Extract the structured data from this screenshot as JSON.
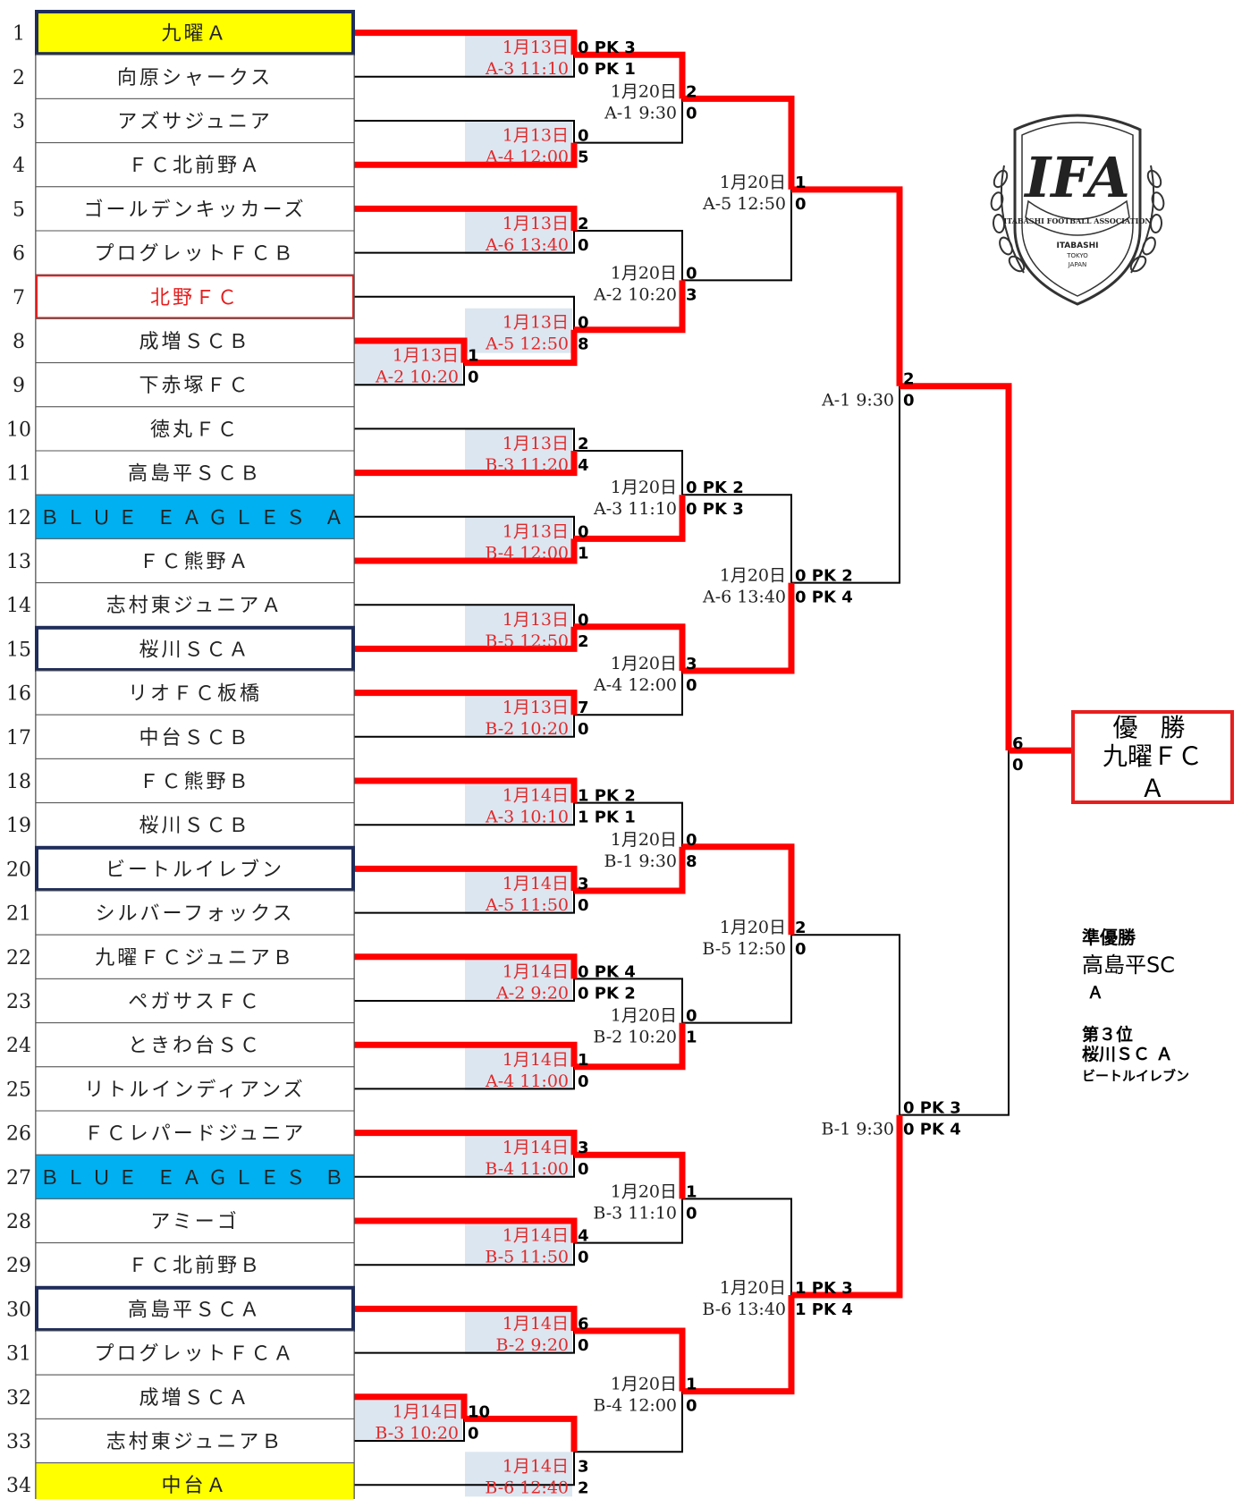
{
  "teams": [
    {
      "n": "1",
      "name": "九曜Ａ",
      "fill": "#ffff00",
      "border": "#1f2d5a",
      "color": "#222222"
    },
    {
      "n": "2",
      "name": "向原シャークス"
    },
    {
      "n": "3",
      "name": "アズサジュニア"
    },
    {
      "n": "4",
      "name": "ＦＣ北前野Ａ"
    },
    {
      "n": "5",
      "name": "ゴールデンキッカーズ"
    },
    {
      "n": "6",
      "name": "プログレットＦＣＢ"
    },
    {
      "n": "7",
      "name": "北野ＦＣ",
      "border": "#e02020",
      "color": "#e61e1e"
    },
    {
      "n": "8",
      "name": "成増ＳＣＢ"
    },
    {
      "n": "9",
      "name": "下赤塚ＦＣ"
    },
    {
      "n": "10",
      "name": "徳丸ＦＣ"
    },
    {
      "n": "11",
      "name": "高島平ＳＣＢ"
    },
    {
      "n": "12",
      "name": "ＢＬＵＥ ＥＡＧＬＥＳ Ａ",
      "fill": "#00b0f0"
    },
    {
      "n": "13",
      "name": "ＦＣ熊野Ａ"
    },
    {
      "n": "14",
      "name": "志村東ジュニアＡ"
    },
    {
      "n": "15",
      "name": "桜川ＳＣＡ",
      "border": "#1f2d5a"
    },
    {
      "n": "16",
      "name": "リオＦＣ板橋"
    },
    {
      "n": "17",
      "name": "中台ＳＣＢ"
    },
    {
      "n": "18",
      "name": "ＦＣ熊野Ｂ"
    },
    {
      "n": "19",
      "name": "桜川ＳＣＢ"
    },
    {
      "n": "20",
      "name": "ビートルイレブン",
      "border": "#1f2d5a"
    },
    {
      "n": "21",
      "name": "シルバーフォックス"
    },
    {
      "n": "22",
      "name": "九曜ＦＣジュニアＢ"
    },
    {
      "n": "23",
      "name": "ペガサスＦＣ"
    },
    {
      "n": "24",
      "name": "ときわ台ＳＣ"
    },
    {
      "n": "25",
      "name": "リトルインディアンズ"
    },
    {
      "n": "26",
      "name": "ＦＣレパードジュニア"
    },
    {
      "n": "27",
      "name": "ＢＬＵＥ ＥＡＧＬＥＳ Ｂ",
      "fill": "#00b0f0"
    },
    {
      "n": "28",
      "name": "アミーゴ"
    },
    {
      "n": "29",
      "name": "ＦＣ北前野Ｂ"
    },
    {
      "n": "30",
      "name": "高島平ＳＣＡ",
      "border": "#1f2d5a"
    },
    {
      "n": "31",
      "name": "プログレットＦＣＡ"
    },
    {
      "n": "32",
      "name": "成増ＳＣＡ"
    },
    {
      "n": "33",
      "name": "志村東ジュニアＢ"
    },
    {
      "n": "34",
      "name": "中台Ａ",
      "fill": "#ffff00"
    }
  ],
  "matches": [
    {
      "date": "1月13日",
      "slot": "A-3 11:10",
      "s1": "0 PK 3",
      "s2": "0 PK 1",
      "label": "red"
    },
    {
      "date": "1月13日",
      "slot": "A-4 12:00",
      "s1": "0",
      "s2": "5",
      "label": "red"
    },
    {
      "date": "1月13日",
      "slot": "A-6 13:40",
      "s1": "2",
      "s2": "0",
      "label": "red"
    },
    {
      "date": "1月13日",
      "slot": "A-5 12:50",
      "s1": "0",
      "s2": "8",
      "label": "red"
    },
    {
      "date": "1月13日",
      "slot": "A-2 10:20",
      "s1": "1",
      "s2": "0",
      "label": "red"
    },
    {
      "date": "1月13日",
      "slot": "B-3 11:20",
      "s1": "2",
      "s2": "4",
      "label": "red"
    },
    {
      "date": "1月13日",
      "slot": "B-4 12:00",
      "s1": "0",
      "s2": "1",
      "label": "red"
    },
    {
      "date": "1月13日",
      "slot": "B-5 12:50",
      "s1": "0",
      "s2": "2",
      "label": "red"
    },
    {
      "date": "1月13日",
      "slot": "B-2 10:20",
      "s1": "7",
      "s2": "0",
      "label": "red"
    },
    {
      "date": "1月14日",
      "slot": "A-3 10:10",
      "s1": "1 PK 2",
      "s2": "1 PK 1",
      "label": "red"
    },
    {
      "date": "1月14日",
      "slot": "A-5 11:50",
      "s1": "3",
      "s2": "0",
      "label": "red"
    },
    {
      "date": "1月14日",
      "slot": "A-2 9:20",
      "s1": "0 PK 4",
      "s2": "0 PK 2",
      "label": "red"
    },
    {
      "date": "1月14日",
      "slot": "A-4 11:00",
      "s1": "1",
      "s2": "0",
      "label": "red"
    },
    {
      "date": "1月14日",
      "slot": "B-4 11:00",
      "s1": "3",
      "s2": "0",
      "label": "red"
    },
    {
      "date": "1月14日",
      "slot": "B-5 11:50",
      "s1": "4",
      "s2": "0",
      "label": "red"
    },
    {
      "date": "1月14日",
      "slot": "B-2 9:20",
      "s1": "6",
      "s2": "0",
      "label": "red"
    },
    {
      "date": "1月14日",
      "slot": "B-3 10:20",
      "s1": "10",
      "s2": "0",
      "label": "red"
    },
    {
      "date": "1月14日",
      "slot": "B-6 12:40",
      "s1": "3",
      "s2": "2",
      "label": "red"
    },
    {
      "date": "1月20日",
      "slot": "A-1 9:30",
      "s1": "2",
      "s2": "0",
      "label": "black"
    },
    {
      "date": "1月20日",
      "slot": "A-2 10:20",
      "s1": "0",
      "s2": "3",
      "label": "black"
    },
    {
      "date": "1月20日",
      "slot": "A-3 11:10",
      "s1": "0 PK 2",
      "s2": "0 PK 3",
      "label": "black"
    },
    {
      "date": "1月20日",
      "slot": "A-4 12:00",
      "s1": "3",
      "s2": "0",
      "label": "black"
    },
    {
      "date": "1月20日",
      "slot": "B-1 9:30",
      "s1": "0",
      "s2": "8",
      "label": "black"
    },
    {
      "date": "1月20日",
      "slot": "B-2 10:20",
      "s1": "0",
      "s2": "1",
      "label": "black"
    },
    {
      "date": "1月20日",
      "slot": "B-3 11:10",
      "s1": "1",
      "s2": "0",
      "label": "black"
    },
    {
      "date": "1月20日",
      "slot": "B-4 12:00",
      "s1": "1",
      "s2": "0",
      "label": "black"
    },
    {
      "date": "1月20日",
      "slot": "A-5 12:50",
      "s1": "1",
      "s2": "0",
      "label": "black"
    },
    {
      "date": "1月20日",
      "slot": "A-6 13:40",
      "s1": "0 PK 2",
      "s2": "0 PK 4",
      "label": "black"
    },
    {
      "date": "1月20日",
      "slot": "B-5 12:50",
      "s1": "2",
      "s2": "0",
      "label": "black"
    },
    {
      "date": "1月20日",
      "slot": "B-6 13:40",
      "s1": "1 PK 3",
      "s2": "1 PK 4",
      "label": "black"
    },
    {
      "date": "",
      "slot": "A-1 9:30",
      "s1": "2",
      "s2": "0",
      "label": "black"
    },
    {
      "date": "",
      "slot": "B-1 9:30",
      "s1": "0 PK 3",
      "s2": "0 PK 4",
      "label": "black"
    },
    {
      "date": "",
      "slot": "",
      "s1": "6",
      "s2": "0",
      "label": "black"
    }
  ],
  "champion": {
    "title": "優 勝",
    "line1": "九曜ＦＣ",
    "line2": "Ａ",
    "border": "#e61e1e"
  },
  "results": {
    "runner_up_title": "準優勝",
    "runner_up_line1": "高島平SC",
    "runner_up_line2": "Ａ",
    "third_title": "第３位",
    "third_1": "桜川ＳＣ Ａ",
    "third_2": "ビートルイレブン"
  },
  "logo": {
    "letters": "IFA",
    "ribbon": "ITABASHI FOOTBALL ASSOCIATION",
    "sub1": "ITABASHI",
    "sub2": "TOKYO",
    "sub3": "JAPAN"
  },
  "colors": {
    "win_line": "#ff0000",
    "label_bg": "#dce6f1",
    "highlight_yellow": "#ffff00",
    "highlight_blue": "#00b0f0",
    "frame_navy": "#1f2d5a"
  }
}
